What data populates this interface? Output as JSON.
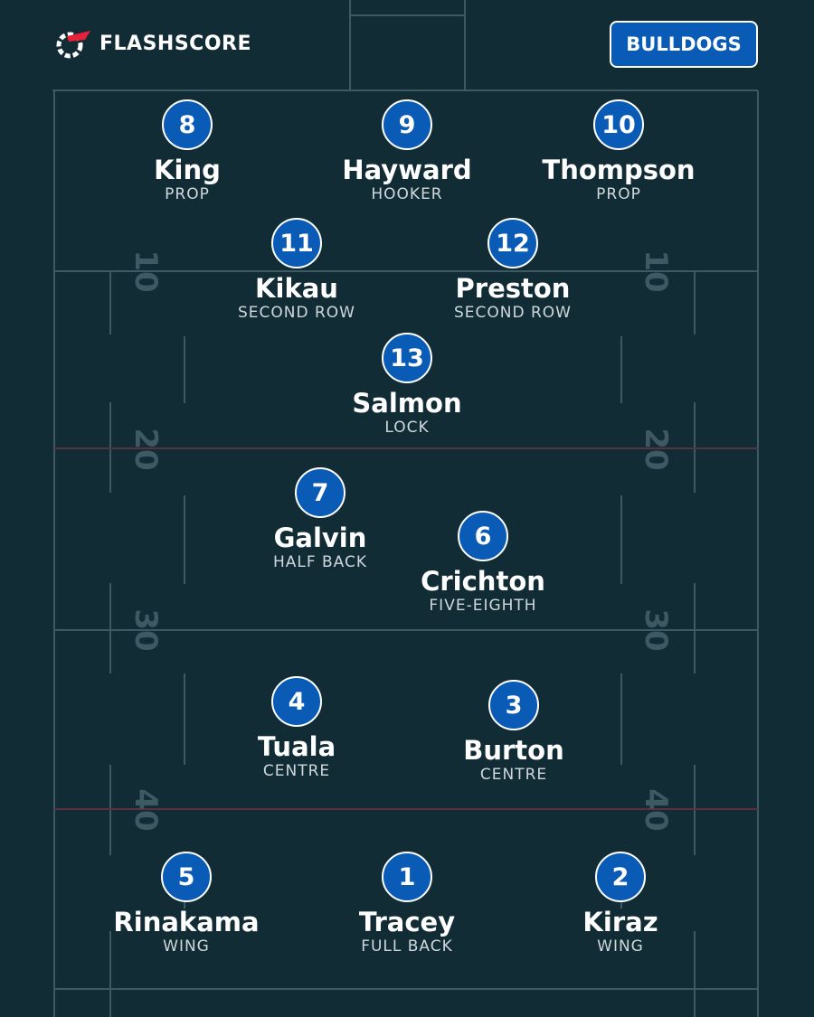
{
  "brand": {
    "name": "FLASHSCORE",
    "logo_icon": "flashscore-logo-icon"
  },
  "team": {
    "name": "BULLDOGS",
    "color": "#0a5bb5"
  },
  "field": {
    "yard_markers": [
      "10",
      "20",
      "30",
      "40"
    ]
  },
  "players": [
    {
      "number": "8",
      "name": "King",
      "position": "PROP"
    },
    {
      "number": "9",
      "name": "Hayward",
      "position": "HOOKER"
    },
    {
      "number": "10",
      "name": "Thompson",
      "position": "PROP"
    },
    {
      "number": "11",
      "name": "Kikau",
      "position": "SECOND ROW"
    },
    {
      "number": "12",
      "name": "Preston",
      "position": "SECOND ROW"
    },
    {
      "number": "13",
      "name": "Salmon",
      "position": "LOCK"
    },
    {
      "number": "7",
      "name": "Galvin",
      "position": "HALF BACK"
    },
    {
      "number": "6",
      "name": "Crichton",
      "position": "FIVE-EIGHTH"
    },
    {
      "number": "4",
      "name": "Tuala",
      "position": "CENTRE"
    },
    {
      "number": "3",
      "name": "Burton",
      "position": "CENTRE"
    },
    {
      "number": "5",
      "name": "Rinakama",
      "position": "WING"
    },
    {
      "number": "1",
      "name": "Tracey",
      "position": "FULL BACK"
    },
    {
      "number": "2",
      "name": "Kiraz",
      "position": "WING"
    }
  ]
}
